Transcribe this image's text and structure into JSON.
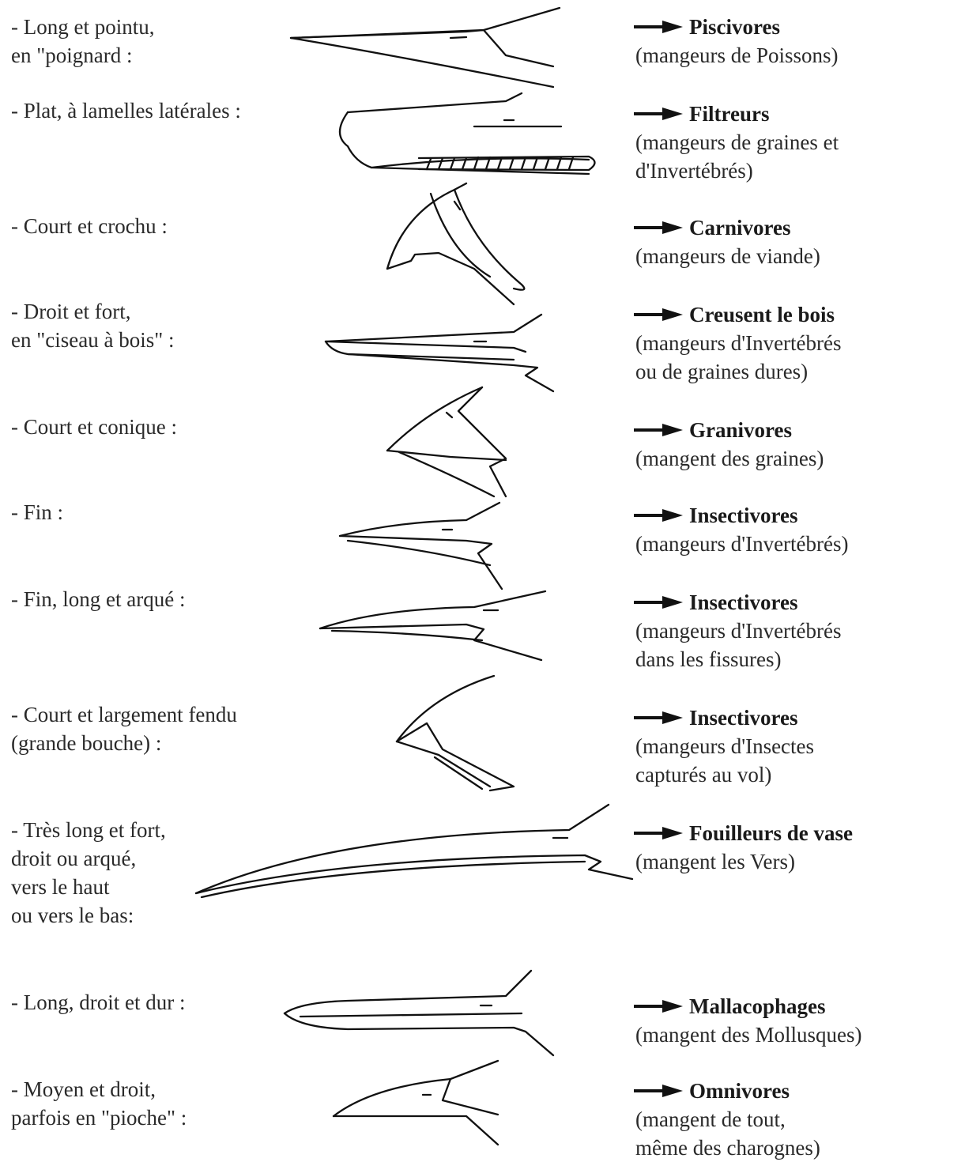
{
  "rows": [
    {
      "description": "- Long et pointu,\nen \"poignard :",
      "group": "Piscivores",
      "detail": "(mangeurs de Poissons)"
    },
    {
      "description": "- Plat, à lamelles latérales :",
      "group": "Filtreurs",
      "detail": "(mangeurs de graines et\nd'Invertébrés)"
    },
    {
      "description": "- Court et crochu :",
      "group": "Carnivores",
      "detail": "(mangeurs de viande)"
    },
    {
      "description": "- Droit et fort,\nen \"ciseau à bois\" :",
      "group": "Creusent le bois",
      "detail": "(mangeurs d'Invertébrés\nou de graines dures)"
    },
    {
      "description": "- Court et conique :",
      "group": "Granivores",
      "detail": "(mangent des graines)"
    },
    {
      "description": "- Fin :",
      "group": "Insectivores",
      "detail": "(mangeurs d'Invertébrés)"
    },
    {
      "description": "- Fin, long et arqué :",
      "group": "Insectivores",
      "detail": "(mangeurs d'Invertébrés\ndans les fissures)"
    },
    {
      "description": "- Court et largement fendu\n(grande bouche) :",
      "group": "Insectivores",
      "detail": "(mangeurs d'Insectes\ncapturés au vol)"
    },
    {
      "description": "- Très long et fort,\ndroit ou arqué,\nvers le haut\nou vers le bas:",
      "group": "Fouilleurs de vase",
      "detail": "(mangent les Vers)"
    },
    {
      "description": "- Long, droit et dur :",
      "group": "Mallacophages",
      "detail": "(mangent des Mollusques)"
    },
    {
      "description": "- Moyen et droit,\nparfois en \"pioche\" :",
      "group": "Omnivores",
      "detail": "(mangent de tout,\nmême des charognes)"
    }
  ],
  "icons": {
    "arrow": "right-arrow-icon"
  }
}
